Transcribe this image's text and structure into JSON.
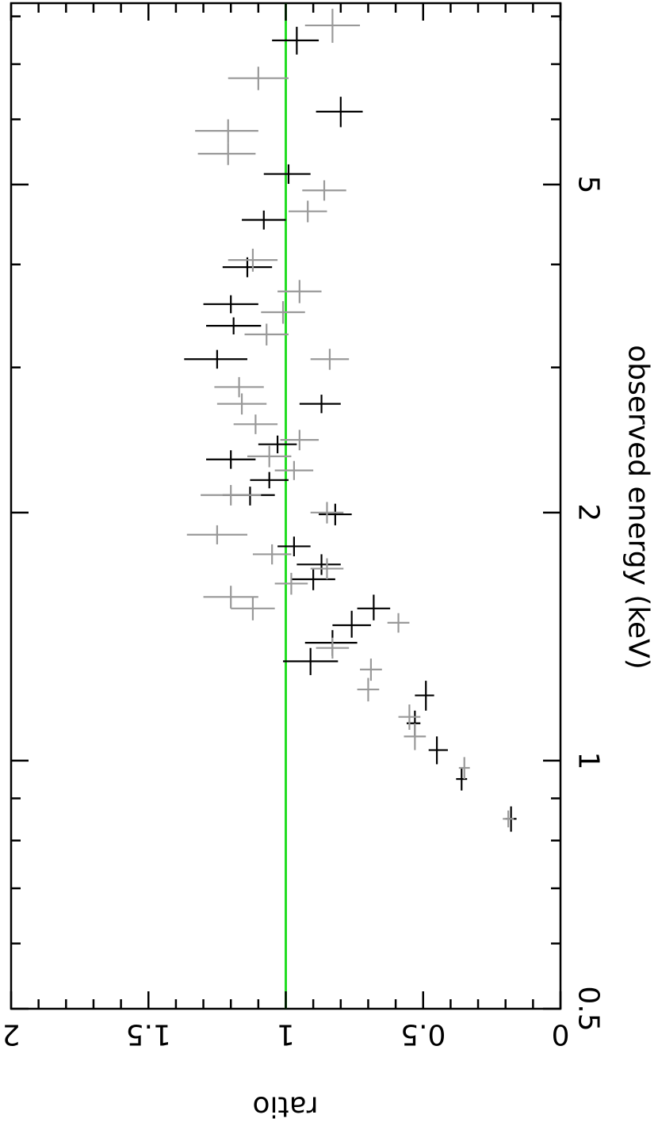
{
  "chart_data": {
    "type": "scatter",
    "xlabel": "observed energy (keV)",
    "ylabel": "ratio",
    "x_scale": "log",
    "xlim": [
      0.5,
      8.3
    ],
    "ylim": [
      0,
      2
    ],
    "x_ticks": [
      0.5,
      1,
      2,
      5
    ],
    "x_tick_labels": [
      "0.5",
      "1",
      "2",
      "5"
    ],
    "y_ticks": [
      0,
      0.5,
      1,
      1.5,
      2
    ],
    "y_tick_labels": [
      "0",
      "0.5",
      "1",
      "1.5",
      "2"
    ],
    "reference_line": {
      "y": 1.0,
      "color": "#22dd22"
    },
    "rotated": "90deg-clockwise",
    "series": [
      {
        "color": "#000000",
        "points": [
          {
            "x": 0.85,
            "y": 0.18,
            "x_err": [
              0.82,
              0.88
            ],
            "y_err": [
              0.16,
              0.2
            ]
          },
          {
            "x": 0.95,
            "y": 0.36,
            "x_err": [
              0.92,
              0.98
            ],
            "y_err": [
              0.34,
              0.38
            ]
          },
          {
            "x": 1.03,
            "y": 0.45,
            "x_err": [
              0.99,
              1.07
            ],
            "y_err": [
              0.41,
              0.48
            ]
          },
          {
            "x": 1.11,
            "y": 0.53,
            "x_err": [
              1.07,
              1.15
            ],
            "y_err": [
              0.51,
              0.56
            ]
          },
          {
            "x": 1.2,
            "y": 0.49,
            "x_err": [
              1.15,
              1.25
            ],
            "y_err": [
              0.46,
              0.53
            ]
          },
          {
            "x": 1.32,
            "y": 0.91,
            "x_err": [
              1.27,
              1.37
            ],
            "y_err": [
              0.81,
              1.01
            ]
          },
          {
            "x": 1.39,
            "y": 0.83,
            "x_err": [
              1.34,
              1.44
            ],
            "y_err": [
              0.74,
              0.93
            ]
          },
          {
            "x": 1.46,
            "y": 0.76,
            "x_err": [
              1.41,
              1.52
            ],
            "y_err": [
              0.69,
              0.83
            ]
          },
          {
            "x": 1.53,
            "y": 0.68,
            "x_err": [
              1.48,
              1.59
            ],
            "y_err": [
              0.62,
              0.74
            ]
          },
          {
            "x": 1.66,
            "y": 0.9,
            "x_err": [
              1.61,
              1.71
            ],
            "y_err": [
              0.82,
              0.98
            ]
          },
          {
            "x": 1.73,
            "y": 0.87,
            "x_err": [
              1.68,
              1.78
            ],
            "y_err": [
              0.8,
              0.96
            ]
          },
          {
            "x": 1.82,
            "y": 0.97,
            "x_err": [
              1.77,
              1.87
            ],
            "y_err": [
              0.91,
              1.03
            ]
          },
          {
            "x": 1.99,
            "y": 0.82,
            "x_err": [
              1.93,
              2.05
            ],
            "y_err": [
              0.76,
              0.88
            ]
          },
          {
            "x": 2.1,
            "y": 1.13,
            "x_err": [
              2.04,
              2.15
            ],
            "y_err": [
              1.04,
              1.23
            ]
          },
          {
            "x": 2.19,
            "y": 1.06,
            "x_err": [
              2.14,
              2.24
            ],
            "y_err": [
              0.99,
              1.13
            ]
          },
          {
            "x": 2.32,
            "y": 1.2,
            "x_err": [
              2.26,
              2.38
            ],
            "y_err": [
              1.11,
              1.29
            ]
          },
          {
            "x": 2.42,
            "y": 1.03,
            "x_err": [
              2.36,
              2.48
            ],
            "y_err": [
              0.96,
              1.1
            ]
          },
          {
            "x": 2.71,
            "y": 0.87,
            "x_err": [
              2.64,
              2.78
            ],
            "y_err": [
              0.8,
              0.95
            ]
          },
          {
            "x": 3.07,
            "y": 1.25,
            "x_err": [
              2.99,
              3.15
            ],
            "y_err": [
              1.14,
              1.37
            ]
          },
          {
            "x": 3.37,
            "y": 1.19,
            "x_err": [
              3.29,
              3.45
            ],
            "y_err": [
              1.09,
              1.29
            ]
          },
          {
            "x": 3.58,
            "y": 1.2,
            "x_err": [
              3.49,
              3.67
            ],
            "y_err": [
              1.1,
              1.3
            ]
          },
          {
            "x": 3.97,
            "y": 1.14,
            "x_err": [
              3.86,
              4.08
            ],
            "y_err": [
              1.05,
              1.23
            ]
          },
          {
            "x": 4.53,
            "y": 1.08,
            "x_err": [
              4.41,
              4.65
            ],
            "y_err": [
              1.0,
              1.16
            ]
          },
          {
            "x": 5.15,
            "y": 0.99,
            "x_err": [
              5.01,
              5.29
            ],
            "y_err": [
              0.91,
              1.08
            ]
          },
          {
            "x": 6.13,
            "y": 0.8,
            "x_err": [
              5.87,
              6.39
            ],
            "y_err": [
              0.72,
              0.89
            ]
          },
          {
            "x": 7.48,
            "y": 0.96,
            "x_err": [
              7.19,
              7.77
            ],
            "y_err": [
              0.88,
              1.05
            ]
          }
        ]
      },
      {
        "color": "#999999",
        "points": [
          {
            "x": 0.85,
            "y": 0.19,
            "x_err": [
              0.83,
              0.87
            ],
            "y_err": [
              0.17,
              0.21
            ]
          },
          {
            "x": 0.98,
            "y": 0.35,
            "x_err": [
              0.95,
              1.01
            ],
            "y_err": [
              0.33,
              0.37
            ]
          },
          {
            "x": 1.07,
            "y": 0.53,
            "x_err": [
              1.03,
              1.11
            ],
            "y_err": [
              0.49,
              0.57
            ]
          },
          {
            "x": 1.13,
            "y": 0.55,
            "x_err": [
              1.09,
              1.17
            ],
            "y_err": [
              0.51,
              0.59
            ]
          },
          {
            "x": 1.22,
            "y": 0.7,
            "x_err": [
              1.18,
              1.26
            ],
            "y_err": [
              0.66,
              0.74
            ]
          },
          {
            "x": 1.29,
            "y": 0.69,
            "x_err": [
              1.25,
              1.33
            ],
            "y_err": [
              0.65,
              0.73
            ]
          },
          {
            "x": 1.37,
            "y": 0.83,
            "x_err": [
              1.33,
              1.41
            ],
            "y_err": [
              0.77,
              0.89
            ]
          },
          {
            "x": 1.47,
            "y": 0.59,
            "x_err": [
              1.43,
              1.51
            ],
            "y_err": [
              0.55,
              0.63
            ]
          },
          {
            "x": 1.53,
            "y": 1.12,
            "x_err": [
              1.48,
              1.58
            ],
            "y_err": [
              1.04,
              1.2
            ]
          },
          {
            "x": 1.58,
            "y": 1.2,
            "x_err": [
              1.53,
              1.63
            ],
            "y_err": [
              1.1,
              1.3
            ]
          },
          {
            "x": 1.64,
            "y": 0.98,
            "x_err": [
              1.59,
              1.69
            ],
            "y_err": [
              0.92,
              1.04
            ]
          },
          {
            "x": 1.71,
            "y": 0.85,
            "x_err": [
              1.66,
              1.76
            ],
            "y_err": [
              0.79,
              0.91
            ]
          },
          {
            "x": 1.78,
            "y": 1.05,
            "x_err": [
              1.73,
              1.83
            ],
            "y_err": [
              0.98,
              1.12
            ]
          },
          {
            "x": 1.88,
            "y": 1.25,
            "x_err": [
              1.83,
              1.93
            ],
            "y_err": [
              1.14,
              1.36
            ]
          },
          {
            "x": 2.0,
            "y": 0.85,
            "x_err": [
              1.94,
              2.06
            ],
            "y_err": [
              0.79,
              0.91
            ]
          },
          {
            "x": 2.1,
            "y": 1.2,
            "x_err": [
              2.04,
              2.16
            ],
            "y_err": [
              1.09,
              1.31
            ]
          },
          {
            "x": 2.25,
            "y": 0.97,
            "x_err": [
              2.19,
              2.31
            ],
            "y_err": [
              0.9,
              1.04
            ]
          },
          {
            "x": 2.34,
            "y": 1.06,
            "x_err": [
              2.27,
              2.41
            ],
            "y_err": [
              0.98,
              1.14
            ]
          },
          {
            "x": 2.45,
            "y": 0.95,
            "x_err": [
              2.38,
              2.52
            ],
            "y_err": [
              0.88,
              1.02
            ]
          },
          {
            "x": 2.56,
            "y": 1.11,
            "x_err": [
              2.49,
              2.63
            ],
            "y_err": [
              1.03,
              1.19
            ]
          },
          {
            "x": 2.71,
            "y": 1.16,
            "x_err": [
              2.63,
              2.79
            ],
            "y_err": [
              1.07,
              1.25
            ]
          },
          {
            "x": 2.84,
            "y": 1.17,
            "x_err": [
              2.76,
              2.92
            ],
            "y_err": [
              1.08,
              1.26
            ]
          },
          {
            "x": 3.07,
            "y": 0.84,
            "x_err": [
              2.98,
              3.16
            ],
            "y_err": [
              0.77,
              0.91
            ]
          },
          {
            "x": 3.29,
            "y": 1.07,
            "x_err": [
              3.19,
              3.39
            ],
            "y_err": [
              0.99,
              1.15
            ]
          },
          {
            "x": 3.5,
            "y": 1.01,
            "x_err": [
              3.39,
              3.61
            ],
            "y_err": [
              0.93,
              1.09
            ]
          },
          {
            "x": 3.71,
            "y": 0.95,
            "x_err": [
              3.59,
              3.83
            ],
            "y_err": [
              0.87,
              1.03
            ]
          },
          {
            "x": 4.05,
            "y": 1.12,
            "x_err": [
              3.92,
              4.18
            ],
            "y_err": [
              1.03,
              1.21
            ]
          },
          {
            "x": 4.64,
            "y": 0.92,
            "x_err": [
              4.5,
              4.78
            ],
            "y_err": [
              0.85,
              0.99
            ]
          },
          {
            "x": 4.92,
            "y": 0.86,
            "x_err": [
              4.78,
              5.06
            ],
            "y_err": [
              0.78,
              0.94
            ]
          },
          {
            "x": 5.45,
            "y": 1.21,
            "x_err": [
              5.28,
              5.62
            ],
            "y_err": [
              1.11,
              1.32
            ]
          },
          {
            "x": 5.81,
            "y": 1.21,
            "x_err": [
              5.62,
              6.0
            ],
            "y_err": [
              1.1,
              1.33
            ]
          },
          {
            "x": 6.73,
            "y": 1.1,
            "x_err": [
              6.51,
              6.95
            ],
            "y_err": [
              0.99,
              1.21
            ]
          },
          {
            "x": 7.8,
            "y": 0.83,
            "x_err": [
              7.43,
              8.17
            ],
            "y_err": [
              0.73,
              0.93
            ]
          }
        ]
      }
    ]
  }
}
